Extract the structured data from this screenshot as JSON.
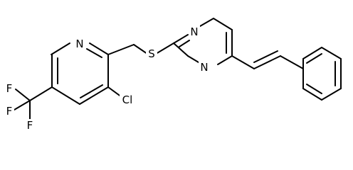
{
  "atoms": {
    "n_pyridine": "N",
    "s_thioether": "S",
    "n_pyrimidine_1": "N",
    "n_pyrimidine_2": "N",
    "cl": "Cl",
    "f_1": "F",
    "f_2": "F",
    "f_3": "F"
  },
  "colors": {
    "bond": "#000000",
    "label": "#000000",
    "background": "#ffffff"
  }
}
